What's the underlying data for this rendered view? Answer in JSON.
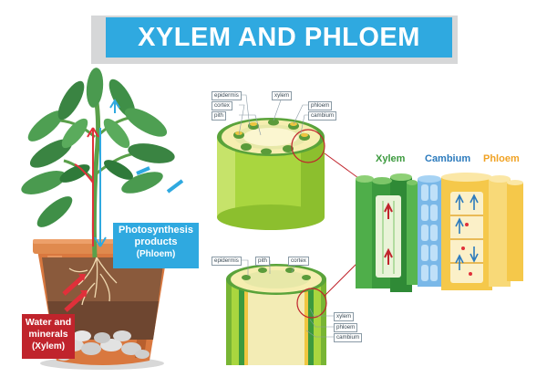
{
  "title": "XYLEM AND PHLOEM",
  "plant_labels": {
    "photosynthesis": {
      "line1": "Photosynthesis",
      "line2": "products",
      "line3": "(Phloem)"
    },
    "water": {
      "line1": "Water and",
      "line2": "minerals",
      "line3": "(Xylem)"
    }
  },
  "cross_section_labels": {
    "epidermis": "epidermis",
    "xylem": "xylem",
    "cortex": "cortex",
    "phloem": "phloem",
    "pith": "pith",
    "cambium": "cambium"
  },
  "longitudinal_labels": {
    "epidermis": "epidermis",
    "pith": "pith",
    "cortex": "cortex",
    "xylem": "xylem",
    "phloem": "phloem",
    "cambium": "cambium"
  },
  "tissue_headers": {
    "xylem": "Xylem",
    "cambium": "Cambium",
    "phloem": "Phloem"
  },
  "colors": {
    "banner": "#2fa9e0",
    "xylem_header": "#3c9a3e",
    "cambium_header": "#2c7bbd",
    "phloem_header": "#f0a224",
    "water_arrow": "#e0303a",
    "food_arrow": "#2fa9e0"
  }
}
